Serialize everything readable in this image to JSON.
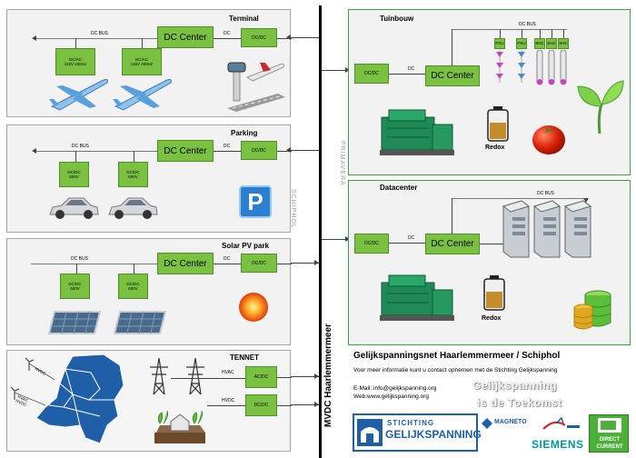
{
  "backbone": {
    "label": "MVDC Haarlemmermeer",
    "left_region": "SCHIPHOL",
    "right_region": "PRIMAVERA"
  },
  "terminal": {
    "title": "Terminal",
    "bus": "DC BUS",
    "dc_label": "DC",
    "center": "DC Center",
    "dcdc": "DC/DC",
    "converters": [
      "DC/AC\n115V 400Hz",
      "DC/AC\n115V 400Hz"
    ]
  },
  "parking": {
    "title": "Parking",
    "bus": "DC BUS",
    "dc_label": "DC",
    "center": "DC Center",
    "dcdc": "DC/DC",
    "converters": [
      "DC/DC\n600V",
      "DC/DC\n600V"
    ],
    "sign": "P"
  },
  "solar": {
    "title": "Solar PV park",
    "bus": "DC BUS",
    "dc_label": "DC",
    "center": "DC Center",
    "dcdc": "DC/DC",
    "converters": [
      "DC/DC\n600V",
      "DC/DC\n600V"
    ]
  },
  "tennet": {
    "title": "TENNET",
    "hvac": "HVAC",
    "hvdc": "HVDC",
    "acdc": "AC/DC",
    "dcdc": "DC/DC",
    "map_labels": [
      "HVDC",
      "HVAC\nHVDC"
    ]
  },
  "tuinbouw": {
    "title": "Tuinbouw",
    "bus": "DC BUS",
    "dc_label": "DC",
    "center": "DC Center",
    "dcdc": "DC/DC",
    "units": [
      "PSU",
      "PSU",
      "SHC",
      "SHC",
      "SHC"
    ],
    "redox": "Redox"
  },
  "datacenter": {
    "title": "Datacenter",
    "bus": "DC BUS",
    "dc_label": "DC",
    "center": "DC Center",
    "dcdc": "DC/DC",
    "redox": "Redox"
  },
  "info": {
    "title": "Gelijkspanningsnet Haarlemmermeer / Schiphol",
    "line1": "Voor meer informatie kunt u contact opnemen met de Stichting Gelijkspanning",
    "email": "E-Mail: info@gelijkspanning.org",
    "web": "Web:www.gelijkspanning.org",
    "tagline1": "Gelijkspanning",
    "tagline2": "is de Toekomst"
  },
  "logos": {
    "stichting_top": "Stichting",
    "stichting_main": "Gelijkspanning",
    "magneto": "MAGNETO",
    "siemens": "SIEMENS",
    "dc_line1": "DIRECT",
    "dc_line2": "CURRENT"
  },
  "colors": {
    "box_green": "#7ac142",
    "frame_green": "#3aa33a",
    "panel_bg": "#f2f2f2",
    "siemens": "#009999",
    "stichting_blue": "#1f5fa8"
  }
}
